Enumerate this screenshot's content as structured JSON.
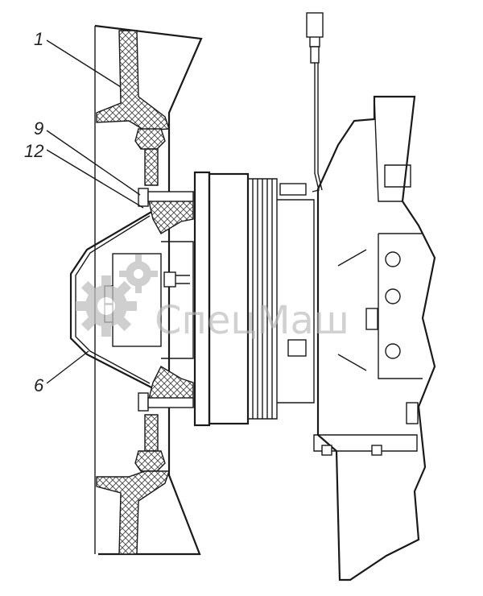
{
  "callouts": [
    {
      "id": "1",
      "text": "1"
    },
    {
      "id": "9",
      "text": "9"
    },
    {
      "id": "12",
      "text": "12"
    },
    {
      "id": "6",
      "text": "6"
    }
  ],
  "watermark": {
    "text": "СпецМаш",
    "icon": "gear-icon",
    "color": "#b8b8b8"
  }
}
